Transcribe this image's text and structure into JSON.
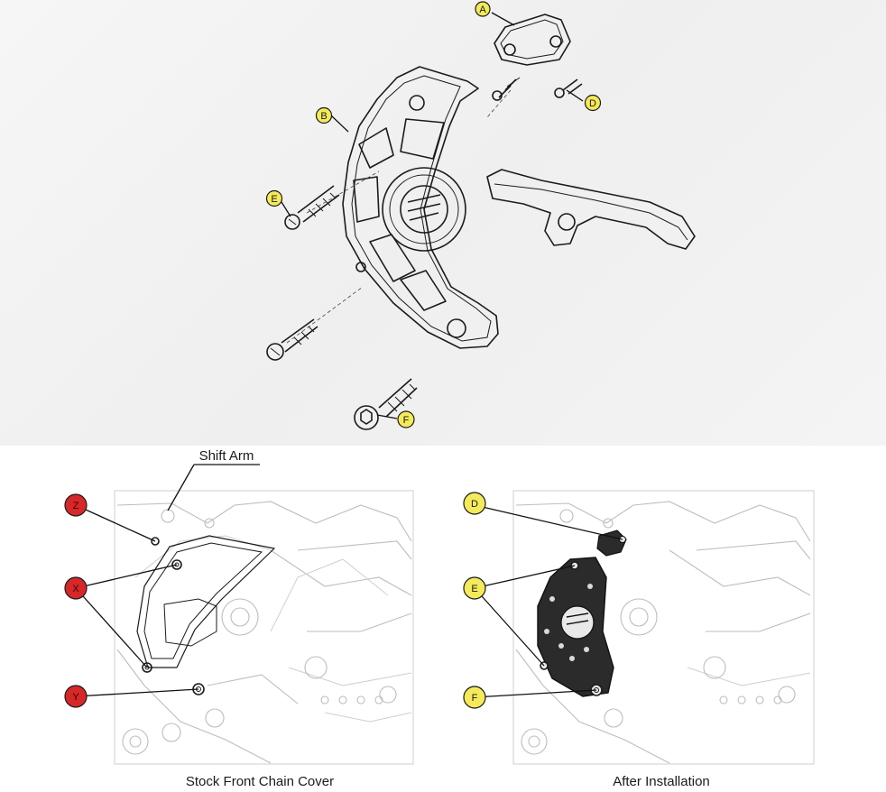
{
  "exploded_view": {
    "callouts": {
      "a": "A",
      "b": "B",
      "d": "D",
      "e": "E",
      "f": "F"
    }
  },
  "stock_view": {
    "caption": "Stock Front Chain Cover",
    "shift_arm_label": "Shift Arm",
    "callouts": {
      "z": "Z",
      "x": "X",
      "y": "Y"
    }
  },
  "after_view": {
    "caption": "After Installation",
    "callouts": {
      "d": "D",
      "e": "E",
      "f": "F"
    }
  },
  "colors": {
    "callout_yellow": "#f4ea5a",
    "callout_red": "#d62828"
  }
}
